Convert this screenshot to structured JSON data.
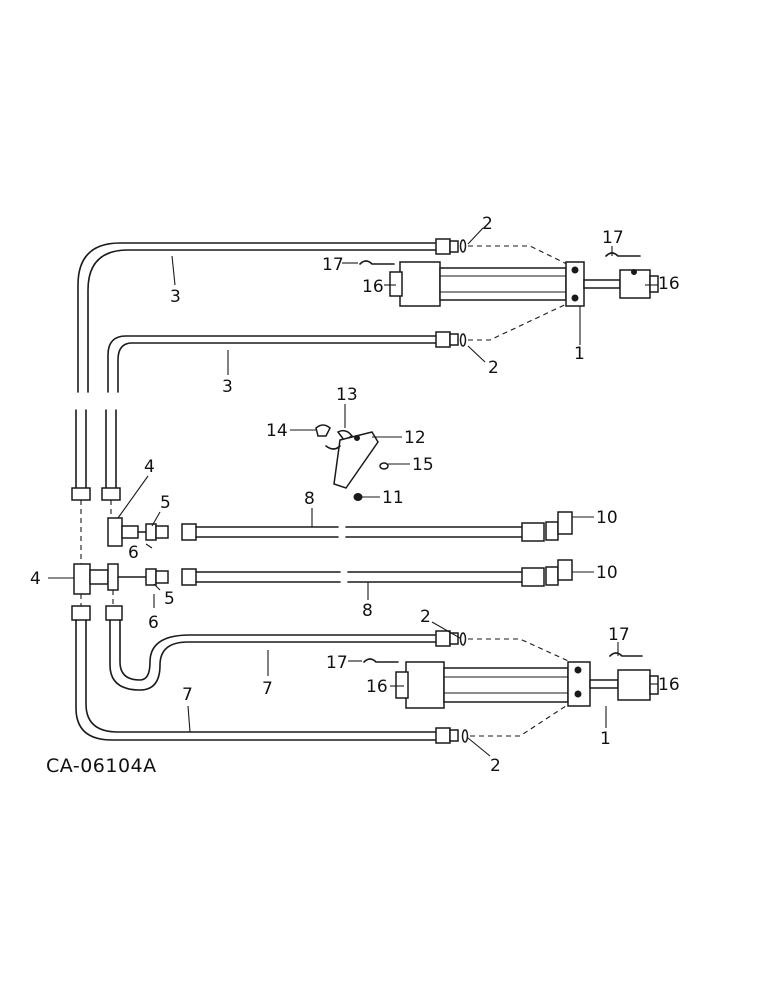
{
  "figure": {
    "code": "CA-06104A"
  },
  "callouts": [
    {
      "id": "c2a",
      "text": "2"
    },
    {
      "id": "c17a",
      "text": "17"
    },
    {
      "id": "c17b",
      "text": "17"
    },
    {
      "id": "c16a",
      "text": "16"
    },
    {
      "id": "c16b",
      "text": "16"
    },
    {
      "id": "c3a",
      "text": "3"
    },
    {
      "id": "c1a",
      "text": "1"
    },
    {
      "id": "c2b",
      "text": "2"
    },
    {
      "id": "c3b",
      "text": "3"
    },
    {
      "id": "c13",
      "text": "13"
    },
    {
      "id": "c14",
      "text": "14"
    },
    {
      "id": "c12",
      "text": "12"
    },
    {
      "id": "c15",
      "text": "15"
    },
    {
      "id": "c11",
      "text": "11"
    },
    {
      "id": "c4a",
      "text": "4"
    },
    {
      "id": "c5a",
      "text": "5"
    },
    {
      "id": "c6a",
      "text": "6"
    },
    {
      "id": "c8a",
      "text": "8"
    },
    {
      "id": "c10a",
      "text": "10"
    },
    {
      "id": "c4b",
      "text": "4"
    },
    {
      "id": "c5b",
      "text": "5"
    },
    {
      "id": "c6b",
      "text": "6"
    },
    {
      "id": "c8b",
      "text": "8"
    },
    {
      "id": "c10b",
      "text": "10"
    },
    {
      "id": "c2c",
      "text": "2"
    },
    {
      "id": "c17c",
      "text": "17"
    },
    {
      "id": "c17d",
      "text": "17"
    },
    {
      "id": "c16c",
      "text": "16"
    },
    {
      "id": "c16d",
      "text": "16"
    },
    {
      "id": "c7a",
      "text": "7"
    },
    {
      "id": "c7b",
      "text": "7"
    },
    {
      "id": "c1b",
      "text": "1"
    },
    {
      "id": "c2d",
      "text": "2"
    }
  ]
}
